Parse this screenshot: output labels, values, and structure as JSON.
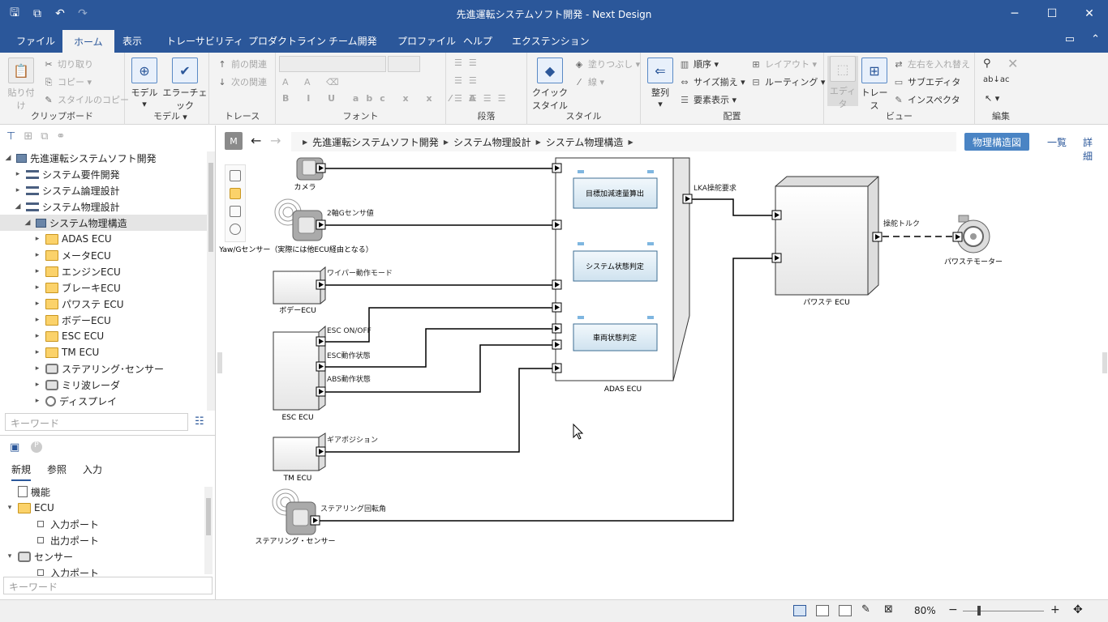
{
  "window": {
    "title": "先進運転システムソフト開発 - Next Design"
  },
  "menu": {
    "tabs": [
      "ファイル",
      "ホーム",
      "表示",
      "トレーサビリティ",
      "プロダクトライン",
      "チーム開発",
      "プロファイル",
      "ヘルプ",
      "エクステンション"
    ],
    "active": "ホーム"
  },
  "ribbon": {
    "clipboard": {
      "name": "クリップボード",
      "paste": "貼り付け",
      "cut": "切り取り",
      "copy": "コピー",
      "copy_style": "スタイルのコピー"
    },
    "model": {
      "name": "モデル",
      "model": "モデル",
      "error_check": "エラーチェック"
    },
    "trace": {
      "name": "トレース",
      "prev": "前の関連",
      "next": "次の関連"
    },
    "font": {
      "name": "フォント"
    },
    "paragraph": {
      "name": "段落"
    },
    "style": {
      "name": "スタイル",
      "quick_style": "クイック スタイル",
      "fill": "塗りつぶし",
      "line": "線"
    },
    "arrange": {
      "name": "配置",
      "align": "整列",
      "order": "順序",
      "size": "サイズ揃え",
      "show_elements": "要素表示",
      "layout": "レイアウト",
      "routing": "ルーティング"
    },
    "view": {
      "name": "ビュー",
      "editor": "エディタ",
      "trace": "トレース",
      "swap": "左右を入れ替え",
      "sub_editor": "サブエディタ",
      "inspector": "インスペクタ"
    },
    "edit": {
      "name": "編集"
    }
  },
  "model_tree": {
    "root": "先進運転システムソフト開発",
    "items": [
      {
        "label": "システム要件開発",
        "level": 1,
        "icon": "list",
        "expanded": false
      },
      {
        "label": "システム論理設計",
        "level": 1,
        "icon": "list",
        "expanded": false
      },
      {
        "label": "システム物理設計",
        "level": 1,
        "icon": "list",
        "expanded": true
      },
      {
        "label": "システム物理構造",
        "level": 2,
        "icon": "pkg",
        "expanded": true,
        "selected": true
      },
      {
        "label": "ADAS ECU",
        "level": 3,
        "icon": "folder"
      },
      {
        "label": "メータECU",
        "level": 3,
        "icon": "folder"
      },
      {
        "label": "エンジンECU",
        "level": 3,
        "icon": "folder"
      },
      {
        "label": "ブレーキECU",
        "level": 3,
        "icon": "folder"
      },
      {
        "label": "パワステ ECU",
        "level": 3,
        "icon": "folder"
      },
      {
        "label": "ボデーECU",
        "level": 3,
        "icon": "folder"
      },
      {
        "label": "ESC ECU",
        "level": 3,
        "icon": "folder"
      },
      {
        "label": "TM ECU",
        "level": 3,
        "icon": "folder"
      },
      {
        "label": "ステアリング･センサー",
        "level": 3,
        "icon": "dev"
      },
      {
        "label": "ミリ波レーダ",
        "level": 3,
        "icon": "dev"
      },
      {
        "label": "ディスプレイ",
        "level": 3,
        "icon": "disp"
      }
    ],
    "search_placeholder": "キーワード"
  },
  "palette_panel": {
    "tabs": [
      "新規",
      "参照",
      "入力"
    ],
    "items": [
      {
        "label": "機能",
        "level": 0,
        "icon": "func",
        "toggle": ""
      },
      {
        "label": "ECU",
        "level": 0,
        "icon": "folder",
        "toggle": "▾"
      },
      {
        "label": "入力ポート",
        "level": 1,
        "icon": "port",
        "toggle": ""
      },
      {
        "label": "出力ポート",
        "level": 1,
        "icon": "port",
        "toggle": ""
      },
      {
        "label": "センサー",
        "level": 0,
        "icon": "dev",
        "toggle": "▾"
      },
      {
        "label": "入力ポート",
        "level": 1,
        "icon": "port",
        "toggle": ""
      }
    ],
    "search_placeholder": "キーワード"
  },
  "editor": {
    "m_button": "M",
    "breadcrumb": [
      "先進運転システムソフト開発",
      "システム物理設計",
      "システム物理構造"
    ],
    "views": [
      "物理構造図",
      "一覧",
      "詳細"
    ],
    "active_view": "物理構造図"
  },
  "diagram": {
    "camera": "カメラ",
    "yaw_sensor": "Yaw/Gセンサー（実際には他ECU経由となる）",
    "yaw_signal": "2軸Gセンサ値",
    "body_ecu": "ボデーECU",
    "wiper": "ワイパー動作モード",
    "esc_ecu": "ESC ECU",
    "esc_onoff": "ESC ON/OFF",
    "esc_state": "ESC動作状態",
    "abs_state": "ABS動作状態",
    "tm_ecu": "TM ECU",
    "gear": "ギアポジション",
    "steering_sensor": "ステアリング・センサー",
    "steering_angle": "ステアリング回転角",
    "adas_ecu": "ADAS ECU",
    "func1": "目標加減速量算出",
    "func2": "システム状態判定",
    "func3": "車両状態判定",
    "lka": "LKA操舵要求",
    "ps_ecu": "パワステ ECU",
    "torque": "操舵トルク",
    "ps_motor": "パワステモーター"
  },
  "status": {
    "zoom": "80%"
  }
}
